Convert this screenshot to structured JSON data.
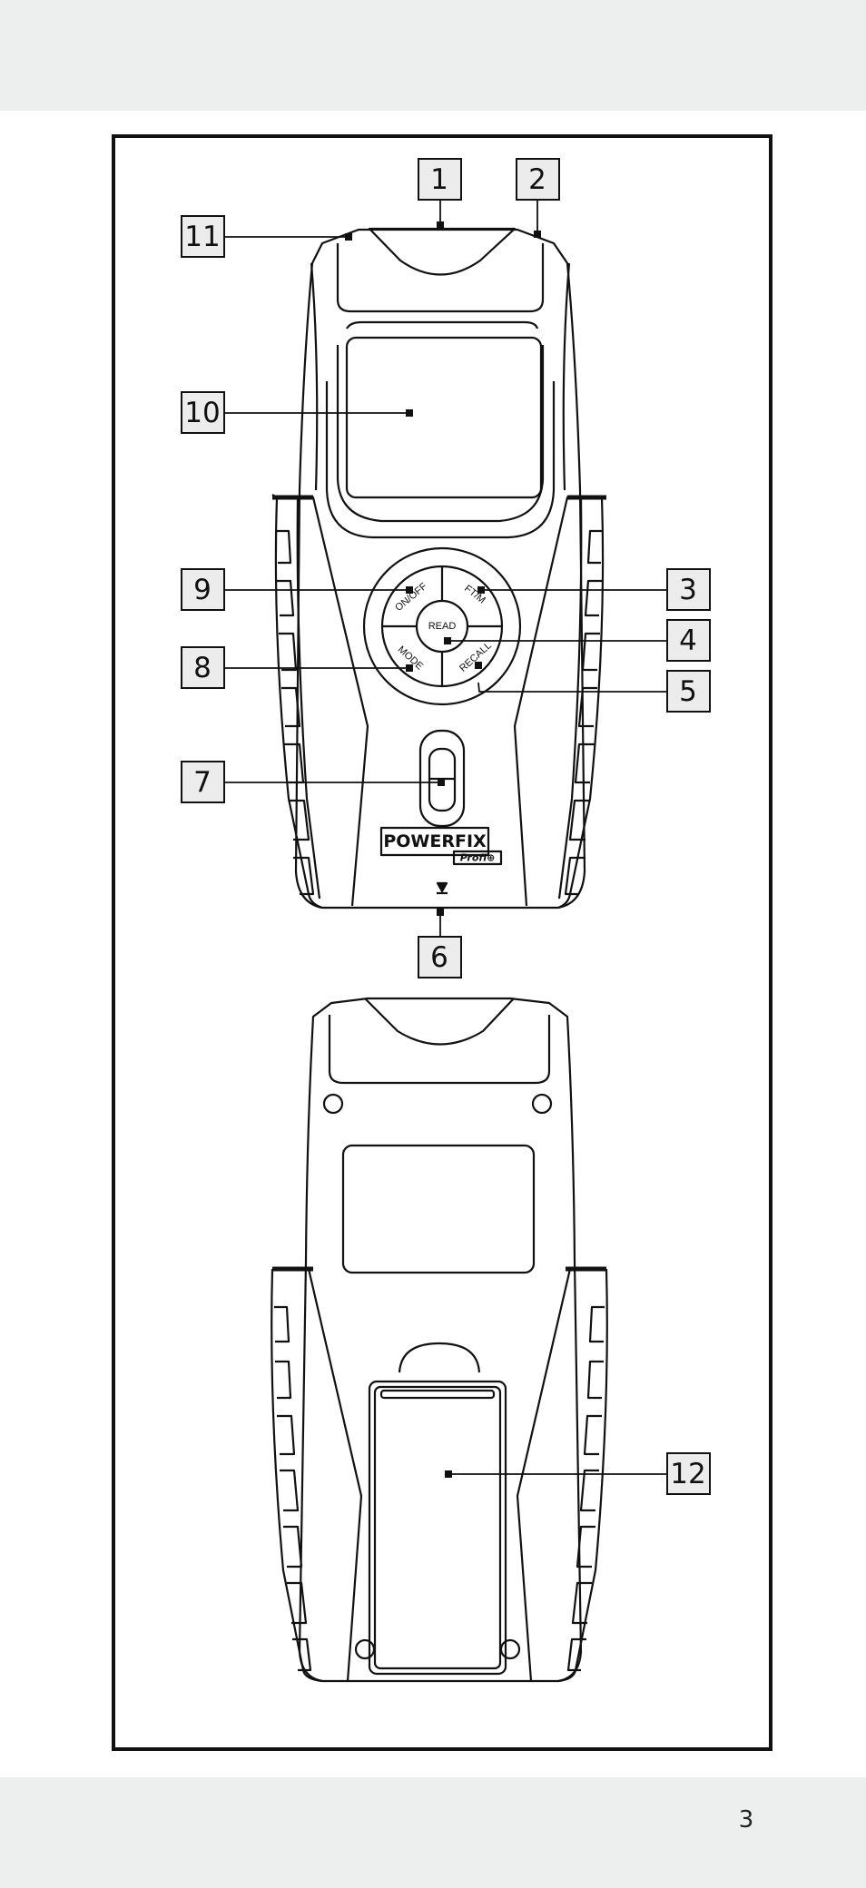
{
  "page": {
    "number": "3"
  },
  "device": {
    "buttons": {
      "on_off": "ON/OFF",
      "ft_m": "FT/M",
      "read": "READ",
      "mode": "MODE",
      "recall": "RECALL"
    },
    "brand": {
      "name": "POWERFIX",
      "sub": "Profi⊕"
    }
  },
  "callouts": {
    "c1": "1",
    "c2": "2",
    "c3": "3",
    "c4": "4",
    "c5": "5",
    "c6": "6",
    "c7": "7",
    "c8": "8",
    "c9": "9",
    "c10": "10",
    "c11": "11",
    "c12": "12"
  }
}
